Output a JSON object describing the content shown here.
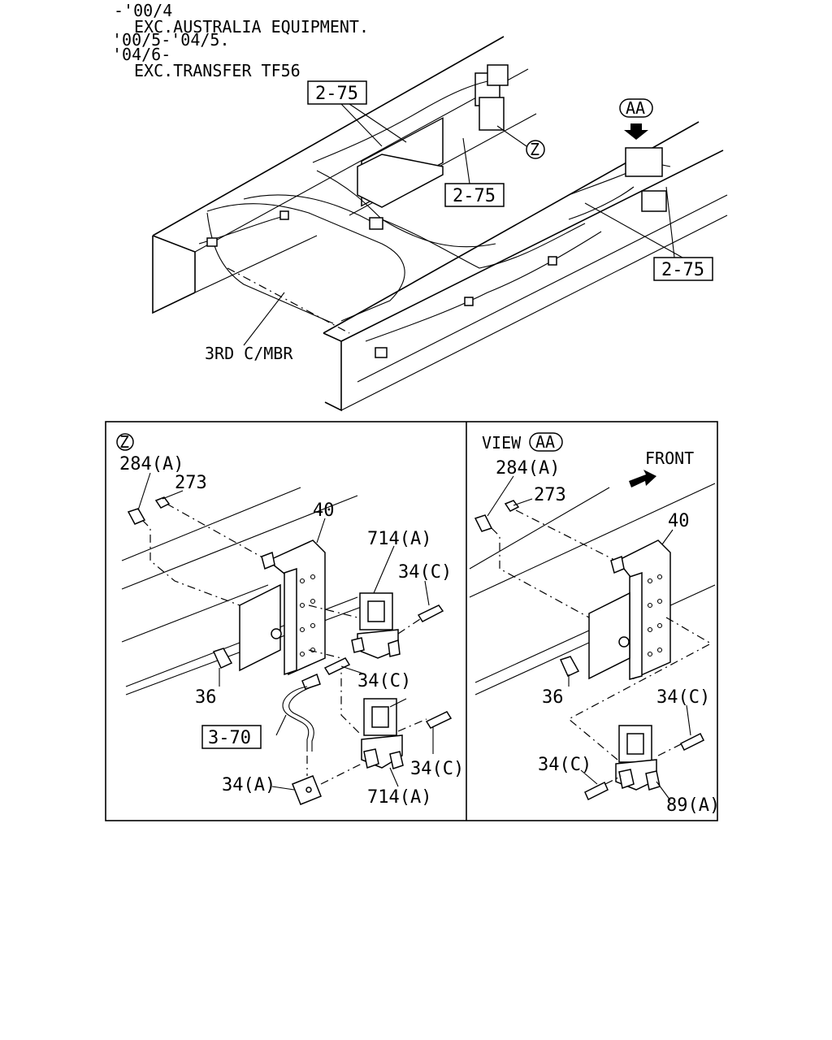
{
  "header_notes": [
    "-'00/4",
    "EXC.AUSTRALIA EQUIPMENT.",
    "'00/5-'04/5.",
    "'04/6-",
    "EXC.TRANSFER TF56"
  ],
  "overview": {
    "ref_boxes": [
      "2-75",
      "2-75",
      "2-75"
    ],
    "detail_marker": "Z",
    "view_marker": "AA",
    "crossmember_label": "3RD C/MBR"
  },
  "detail_z": {
    "marker": "Z",
    "labels": {
      "bolt_top": "284(A)",
      "nut": "273",
      "bracket": "40",
      "valve_upper": "714(A)",
      "fitting_upper": "34(C)",
      "fitting_mid": "34(C)",
      "bolt_bottom": "36",
      "ref_box": "3-70",
      "fitting_lower_right": "34(C)",
      "valve_lower": "714(A)",
      "fitting_lower_left": "34(A)"
    }
  },
  "view_aa": {
    "title": "VIEW",
    "marker": "AA",
    "front_label": "FRONT",
    "labels": {
      "bolt_top": "284(A)",
      "nut": "273",
      "bracket": "40",
      "bolt_bottom": "36",
      "fitting_right": "34(C)",
      "fitting_left": "34(C)",
      "valve": "89(A)"
    }
  }
}
